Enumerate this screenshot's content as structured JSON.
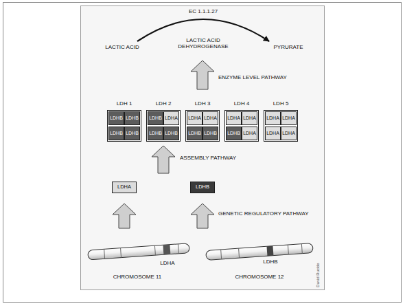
{
  "diagram": {
    "nodes": [
      {
        "text": [
          "LDH 1"
        ]
      },
      {
        "text": [
          "LDHB"
        ],
        "in": 0
      },
      {
        "text": [
          "LDHB"
        ],
        "in": 0
      },
      {
        "text": [
          "LDHB"
        ],
        "in": 0
      },
      {
        "text": [
          "LDHB"
        ],
        "in": 0
      },
      {
        "text": [
          "LDH 2"
        ]
      },
      {
        "text": [
          "LDHB"
        ],
        "in": 5
      },
      {
        "text": [
          "LDHA"
        ],
        "in": 5
      },
      {
        "text": [
          "LDHB"
        ],
        "in": 5
      },
      {
        "text": [
          "LDHB"
        ],
        "in": 5
      },
      {
        "text": [
          "LDH 3"
        ]
      },
      {
        "text": [
          "LDHA"
        ],
        "in": 10
      },
      {
        "text": [
          "LDHA"
        ],
        "in": 10
      },
      {
        "text": [
          "LDHB"
        ],
        "in": 10
      },
      {
        "text": [
          "LDHB"
        ],
        "in": 10
      },
      {
        "text": [
          "LDH 4"
        ]
      },
      {
        "text": [
          "LDHA"
        ],
        "in": 15
      },
      {
        "text": [
          "LDHA"
        ],
        "in": 15
      },
      {
        "text": [
          "LDHB"
        ],
        "in": 15
      },
      {
        "text": [
          "LDHA"
        ],
        "in": 15
      },
      {
        "text": [
          "LDH 5"
        ]
      },
      {
        "text": [
          "LDHA"
        ],
        "in": 20
      },
      {
        "text": [
          "LDHA"
        ],
        "in": 20
      },
      {
        "text": [
          "LDHA"
        ],
        "in": 20
      },
      {
        "text": [
          "LDHA"
        ],
        "in": 20
      },
      {
        "text": [
          "LDHA"
        ]
      },
      {
        "text": [
          "LDHB"
        ]
      }
    ],
    "labels": [
      "EC 1.1.1.27",
      "LACTIC ACID",
      "LACTIC ACID DEHYDROGENASE",
      "PYRURATE",
      "ENZYME LEVEL PATHWAY",
      "ASSEMBLY PATHWAY",
      "GENETIC REGULATORY PATHWAY",
      "LDHA",
      "LDHB",
      "CHROMOSOME 11",
      "CHROMOSOME 12",
      "David Ruckle"
    ]
  }
}
